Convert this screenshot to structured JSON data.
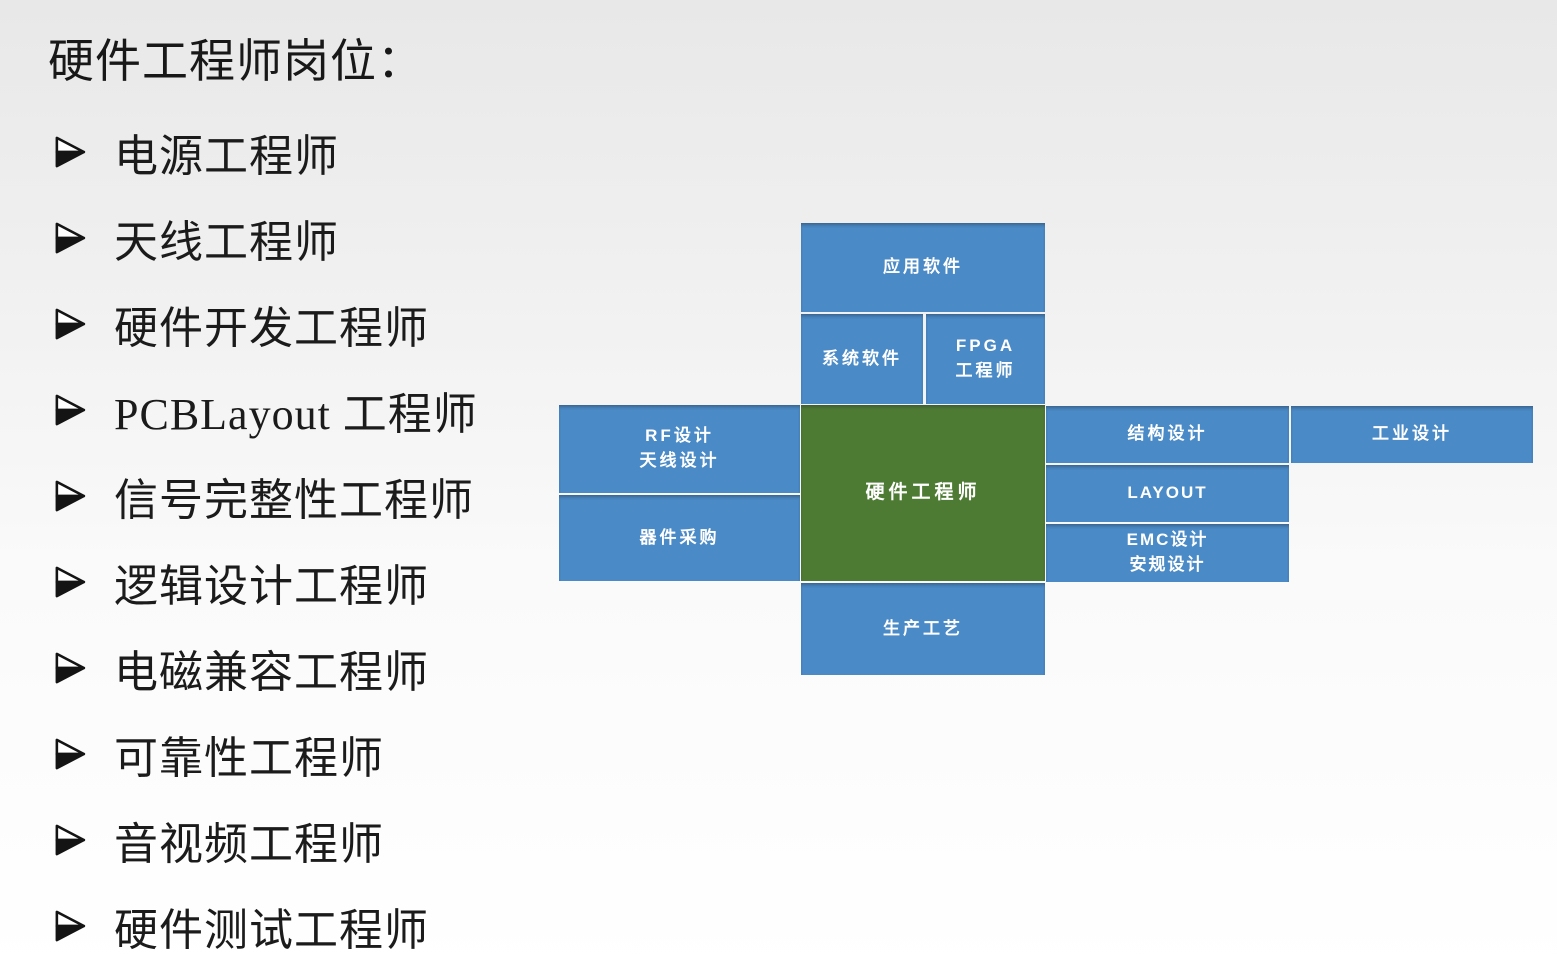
{
  "slide": {
    "title": "硬件工程师岗位：",
    "bullet_items": [
      "电源工程师",
      "天线工程师",
      "硬件开发工程师",
      "PCBLayout 工程师",
      "信号完整性工程师",
      "逻辑设计工程师",
      "电磁兼容工程师",
      "可靠性工程师",
      "音视频工程师",
      "硬件测试工程师"
    ]
  },
  "diagram": {
    "center": {
      "label": "硬件工程师"
    },
    "blocks": {
      "app_software": {
        "label": "应用软件"
      },
      "system_software": {
        "label": "系统软件"
      },
      "fpga_engineer": {
        "line1": "FPGA",
        "line2": "工程师"
      },
      "rf_design": {
        "line1": "RF设计",
        "line2": "天线设计"
      },
      "component_procurement": {
        "label": "器件采购"
      },
      "structural_design": {
        "label": "结构设计"
      },
      "layout": {
        "label": "LAYOUT"
      },
      "emc_design": {
        "line1": "EMC设计",
        "line2": "安规设计"
      },
      "industrial_design": {
        "label": "工业设计"
      },
      "production_process": {
        "label": "生产工艺"
      }
    },
    "colors": {
      "block_blue": "#4A8AC6",
      "center_green": "#4E7B33",
      "label_text": "#FFFFFF",
      "body_text": "#1B1B1B"
    }
  }
}
